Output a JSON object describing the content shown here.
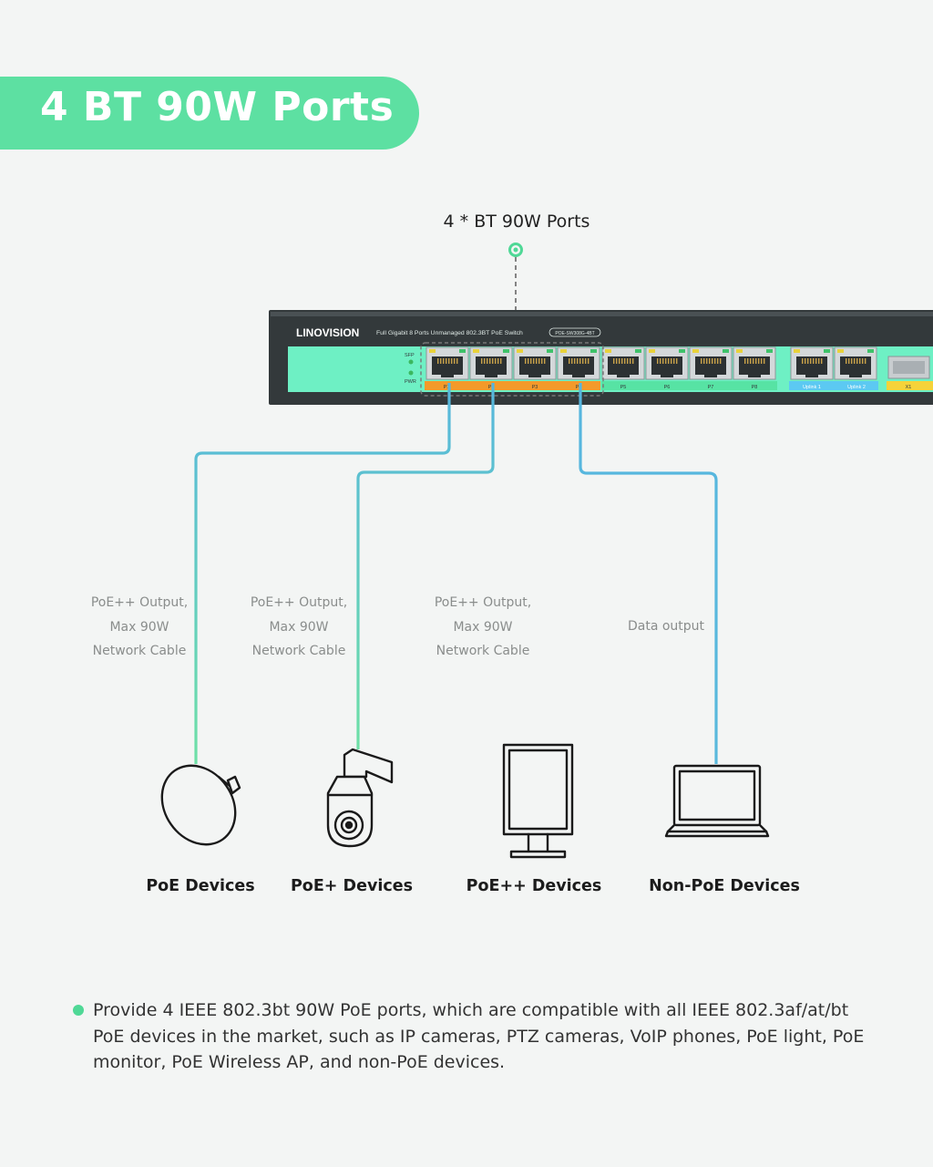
{
  "banner": {
    "title": "4 BT 90W Ports"
  },
  "callout": {
    "text": "4 * BT 90W Ports"
  },
  "switch": {
    "brand": "LINOVISION",
    "description": "Full Gigabit 8 Ports Unmanaged 802.3BT PoE Switch",
    "model": "POE-SW308G-4BT",
    "indicator_labels": [
      "SFP",
      "PWR"
    ],
    "port_labels": [
      "P1",
      "P2",
      "P3",
      "P4",
      "P5",
      "P6",
      "P7",
      "P8"
    ],
    "uplink_labels": [
      "Uplink 1",
      "Uplink 2"
    ],
    "sfp_label": "X1",
    "colors": {
      "body": "#33393b",
      "panel": "#6ef0c4",
      "bt_strip": "#f39a2a",
      "poe_strip": "#57e3a4",
      "uplink_strip": "#5cc9f2",
      "sfp_strip": "#f5d33a"
    }
  },
  "cables": [
    {
      "lines": [
        "PoE++ Output,",
        "Max 90W",
        "Network Cable"
      ]
    },
    {
      "lines": [
        "PoE++ Output,",
        "Max 90W",
        "Network Cable"
      ]
    },
    {
      "lines": [
        "PoE++ Output,",
        "Max 90W",
        "Network Cable"
      ]
    },
    {
      "lines": [
        "Data output"
      ]
    }
  ],
  "devices": [
    {
      "label": "PoE Devices",
      "icon": "dish-antenna-icon"
    },
    {
      "label": "PoE+ Devices",
      "icon": "ptz-camera-icon"
    },
    {
      "label": "PoE++ Devices",
      "icon": "monitor-icon"
    },
    {
      "label": "Non-PoE Devices",
      "icon": "laptop-icon"
    }
  ],
  "note": {
    "text": "Provide 4 IEEE 802.3bt 90W PoE ports, which are compatible with all IEEE  802.3af/at/bt PoE devices in the market, such as IP cameras, PTZ cameras, VoIP phones, PoE light, PoE monitor, PoE Wireless AP, and non-PoE devices.",
    "bullet_color": "#4fd896"
  }
}
